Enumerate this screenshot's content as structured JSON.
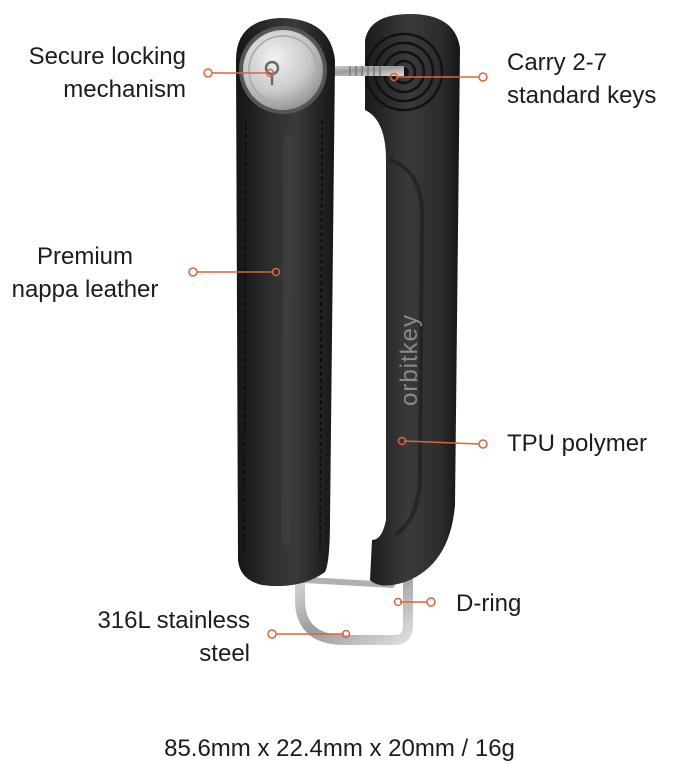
{
  "brand": {
    "logo_text": "orbitkey"
  },
  "callouts": {
    "locking": {
      "line1": "Secure locking",
      "line2": "mechanism"
    },
    "keys": {
      "line1": "Carry 2-7",
      "line2": "standard keys"
    },
    "leather": {
      "line1": "Premium",
      "line2": "nappa leather"
    },
    "tpu": {
      "line1": "TPU polymer"
    },
    "dring": {
      "line1": "D-ring"
    },
    "steel": {
      "line1": "316L stainless",
      "line2": "steel"
    }
  },
  "dimensions": "85.6mm x 22.4mm x 20mm / 16g",
  "colors": {
    "accent": "#d9663a",
    "leather": "#1e1e1e",
    "tpu": "#2a2a2a",
    "steel": "#c8c8c8",
    "text": "#1c1c1c"
  }
}
